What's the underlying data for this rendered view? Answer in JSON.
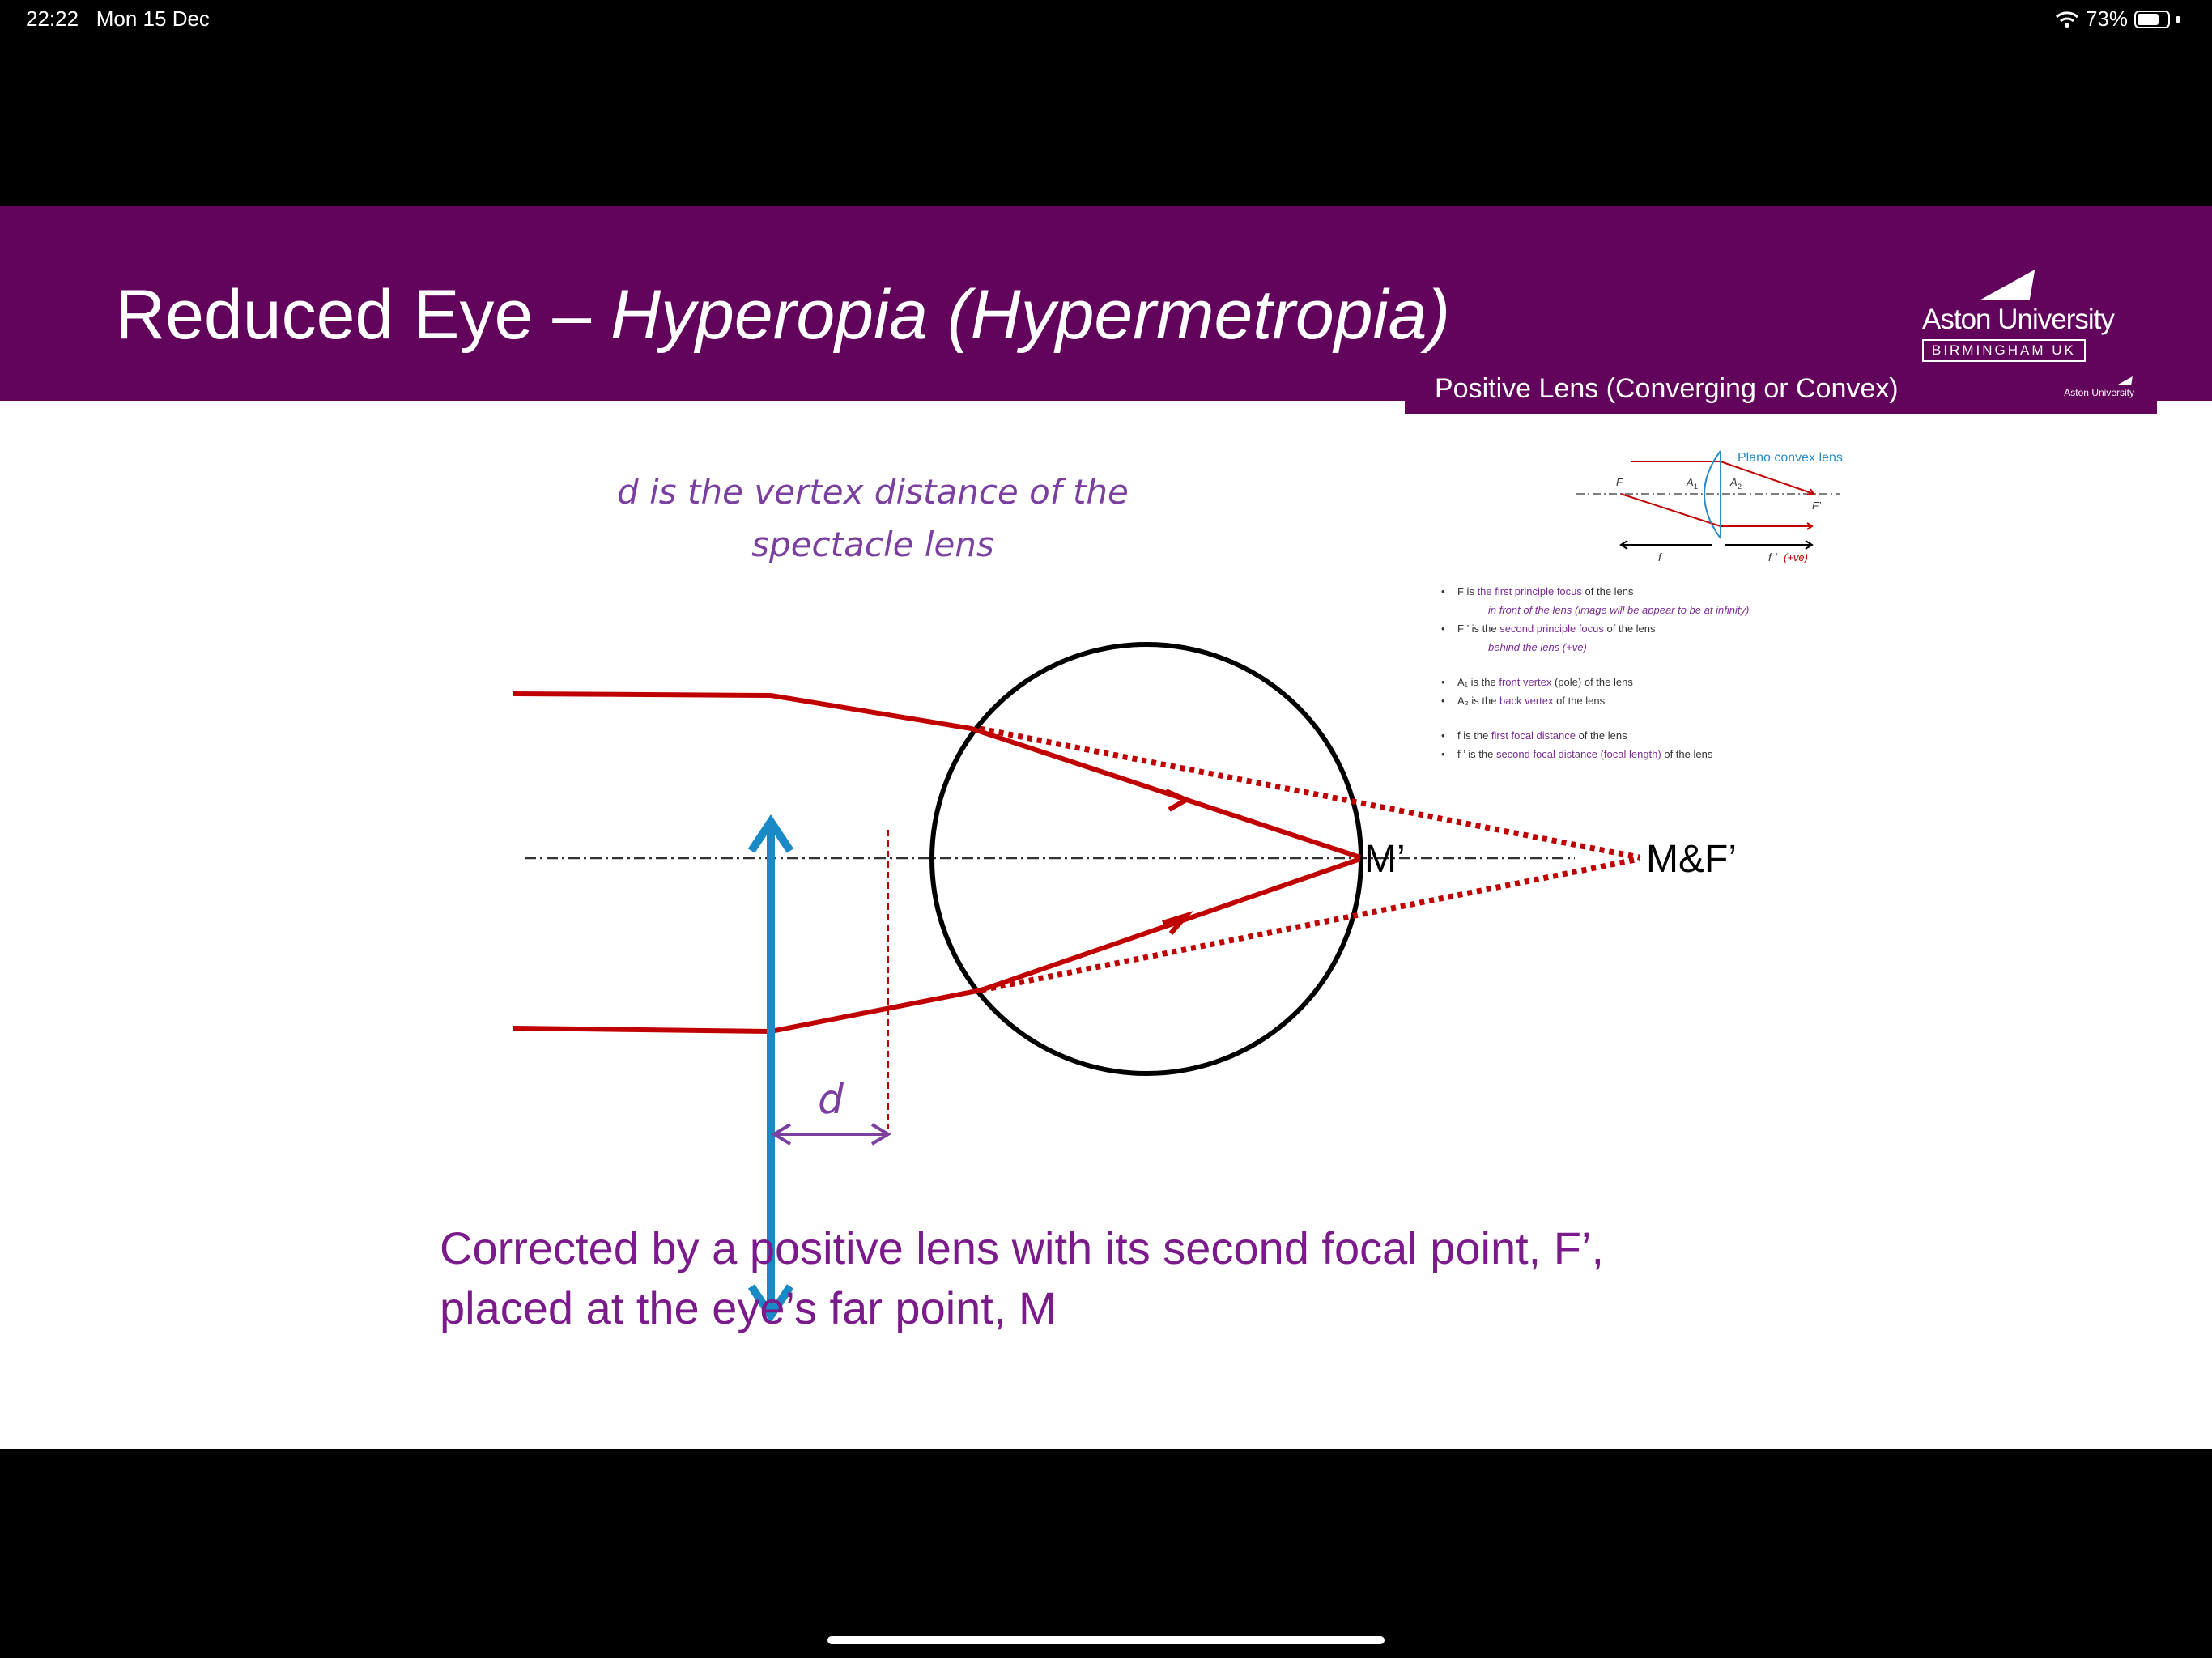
{
  "status_bar": {
    "time": "22:22",
    "date": "Mon 15 Dec",
    "battery": "73%",
    "battery_level": 0.73
  },
  "slide": {
    "title_plain": "Reduced Eye – ",
    "title_italic": "Hyperopia (Hypermetropia)",
    "logo": {
      "name": "Aston University",
      "sub": "BIRMINGHAM UK"
    },
    "inset": {
      "title": "Positive Lens (Converging or Convex)",
      "logo_name": "Aston University",
      "diagram_labels": {
        "lens": "Plano convex lens",
        "F": "F",
        "A1": "A",
        "A1_sub": "1",
        "A2": "A",
        "A2_sub": "2",
        "Fprime": "F’",
        "f": "f",
        "fprime": "f ’",
        "fprime_sign": "(+ve)"
      },
      "bullets": {
        "b1_pre": "F is ",
        "b1_hl": "the first principle focus",
        "b1_post": " of the lens",
        "b1_sub": "in front of the lens (image will be appear to be at infinity)",
        "b2_pre": "F ’ is the ",
        "b2_hl": "second principle focus",
        "b2_post": " of the lens",
        "b2_sub": "behind the lens (+ve)",
        "b3_pre": "A₁ is the ",
        "b3_hl": "front vertex",
        "b3_post": " (pole) of the lens",
        "b4_pre": "A₂ is the ",
        "b4_hl": "back vertex",
        "b4_post": " of the lens",
        "b5_pre": "f is the ",
        "b5_hl": "first focal distance",
        "b5_post": " of the lens",
        "b6_pre": "f ’ is the ",
        "b6_hl": "second focal distance (focal length)",
        "b6_post": " of the lens"
      }
    },
    "diagram": {
      "vertex_note_line1": "d is the vertex distance of the",
      "vertex_note_line2": "spectacle lens",
      "d_label": "d",
      "m_prime_label": "M’",
      "mf_prime_label": "M&F’"
    },
    "caption_line1": "Corrected by a positive lens with its second focal point, F’,",
    "caption_line2": "placed at the eye’s far point, M"
  },
  "colors": {
    "banner": "#62035c",
    "ray": "#c00000",
    "lens": "#1a8ac6",
    "accent": "#7b2c96"
  }
}
